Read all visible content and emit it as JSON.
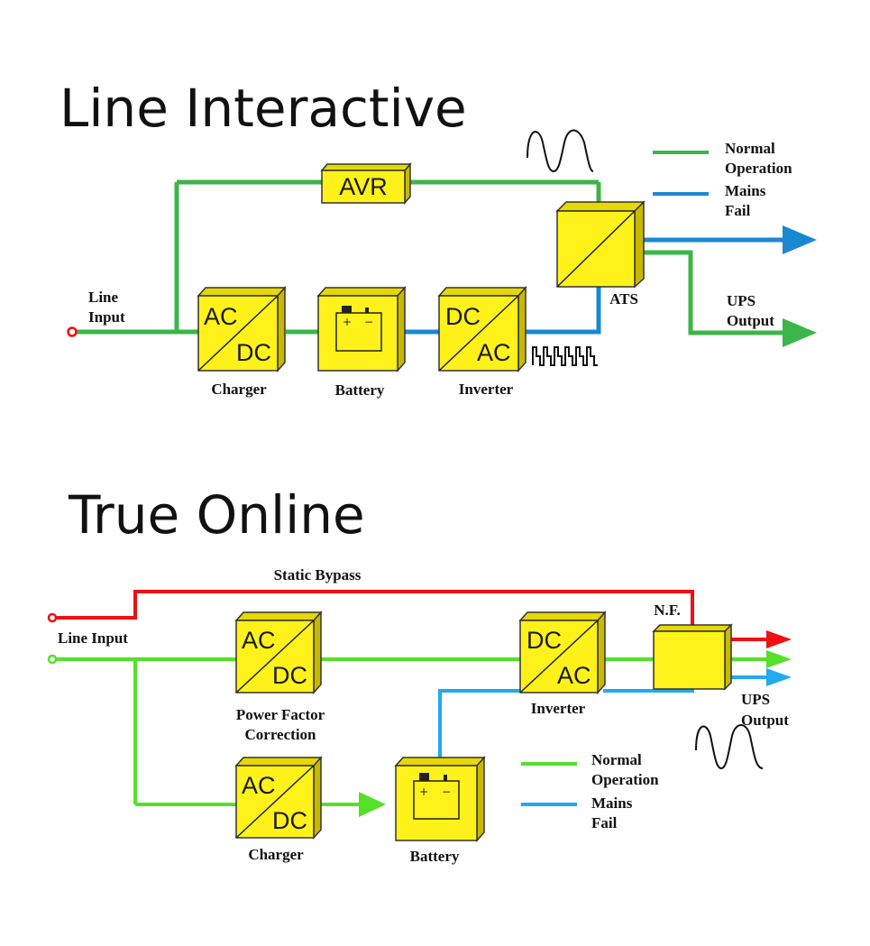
{
  "line_interactive": {
    "title": "Line Interactive",
    "labels": {
      "line_input_1": "Line",
      "line_input_2": "Input",
      "charger": "Charger",
      "battery": "Battery",
      "inverter": "Inverter",
      "ats": "ATS",
      "ups_output_1": "UPS",
      "ups_output_2": "Output"
    },
    "boxes": {
      "avr": "AVR",
      "charger_top": "AC",
      "charger_bottom": "DC",
      "inverter_top": "DC",
      "inverter_bottom": "AC"
    },
    "legend": {
      "normal_1": "Normal",
      "normal_2": "Operation",
      "fail_1": "Mains",
      "fail_2": "Fail"
    },
    "colors": {
      "normal": "#3cb54a",
      "mains_fail": "#1a88d0",
      "input_node": "#ee1111"
    }
  },
  "true_online": {
    "title": "True Online",
    "labels": {
      "static_bypass": "Static Bypass",
      "line_input": "Line Input",
      "pfc_1": "Power Factor",
      "pfc_2": "Correction",
      "charger": "Charger",
      "battery": "Battery",
      "inverter": "Inverter",
      "nf": "N.F.",
      "ups_output_1": "UPS",
      "ups_output_2": "Output"
    },
    "boxes": {
      "pfc_top": "AC",
      "pfc_bottom": "DC",
      "charger_top": "AC",
      "charger_bottom": "DC",
      "inverter_top": "DC",
      "inverter_bottom": "AC"
    },
    "legend": {
      "normal_1": "Normal",
      "normal_2": "Operation",
      "fail_1": "Mains",
      "fail_2": "Fail"
    },
    "colors": {
      "normal": "#55e02a",
      "mains_fail": "#22aaee",
      "bypass": "#ee1111"
    }
  }
}
